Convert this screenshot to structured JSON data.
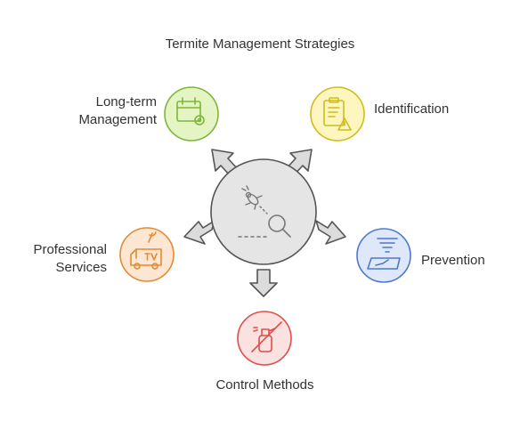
{
  "title": "Termite Management Strategies",
  "center": {
    "fill": "#e5e5e5",
    "stroke": "#555555",
    "icons": [
      "bug-icon",
      "magnifier-icon"
    ]
  },
  "nodes": [
    {
      "id": "long-term",
      "label_lines": [
        "Long-term",
        "Management"
      ],
      "icon": "calendar-gear-icon",
      "fill": "#e4f4c2",
      "stroke": "#7fb63a"
    },
    {
      "id": "identification",
      "label_lines": [
        "Identification"
      ],
      "icon": "clipboard-warning-icon",
      "fill": "#fdf6bf",
      "stroke": "#d2bb1c"
    },
    {
      "id": "prevention",
      "label_lines": [
        "Prevention"
      ],
      "icon": "tornado-map-icon",
      "fill": "#dfe7fa",
      "stroke": "#4d79cd"
    },
    {
      "id": "control",
      "label_lines": [
        "Control Methods"
      ],
      "icon": "no-spray-icon",
      "fill": "#fbe1e0",
      "stroke": "#dd4f4a"
    },
    {
      "id": "professional",
      "label_lines": [
        "Professional",
        "Services"
      ],
      "icon": "tv-van-icon",
      "fill": "#fde6d2",
      "stroke": "#e58a35"
    }
  ]
}
